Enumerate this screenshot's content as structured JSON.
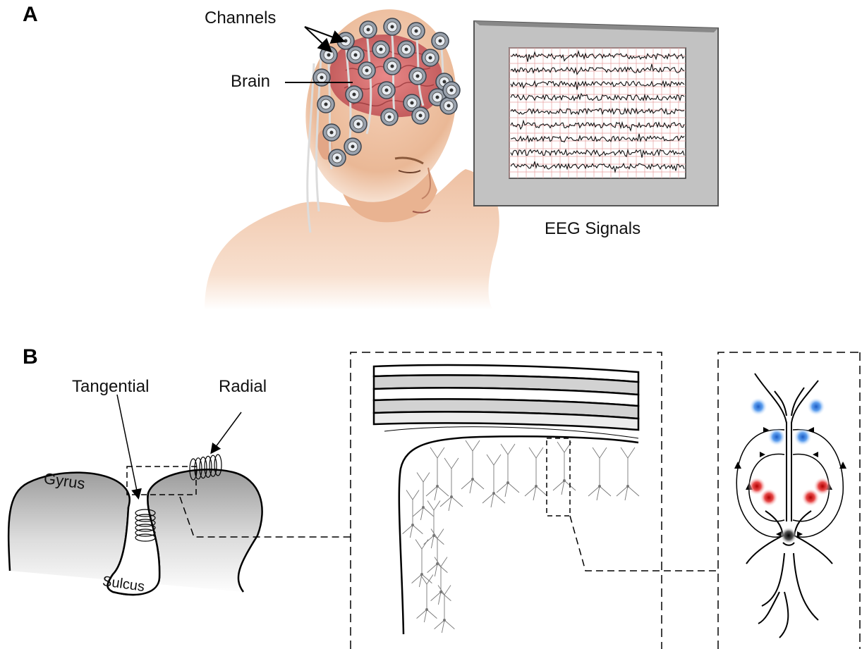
{
  "panel_a": {
    "letter": "A",
    "channels_label": "Channels",
    "brain_label": "Brain",
    "eeg_label": "EEG Signals",
    "eeg_trace_count": 9
  },
  "panel_b": {
    "letter": "B",
    "tangential_label": "Tangential",
    "radial_label": "Radial",
    "gyrus_label": "Gyrus",
    "sulcus_label": "Sulcus"
  },
  "colors": {
    "skin": "#f2c6a8",
    "brain": "#d9686b",
    "grid": "#e7a0a0",
    "frame": "#8a8a8a",
    "screen": "#bdbdbd",
    "positive_charge": "#e03a3a",
    "negative_charge": "#3a86e0"
  }
}
